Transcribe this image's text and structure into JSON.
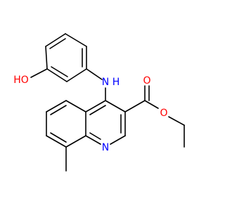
{
  "molecule": {
    "atom_labels": {
      "hydroxyl": "HO",
      "amine": "N",
      "amine_h": "H",
      "ring_nitrogen": "N",
      "carbonyl_oxygen": "O",
      "ester_oxygen": "O"
    },
    "colors": {
      "bond": "#000000",
      "oxygen": "#ff0000",
      "nitrogen": "#0000ff"
    }
  }
}
